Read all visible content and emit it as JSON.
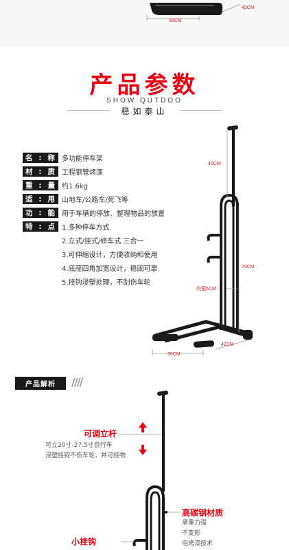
{
  "top_dims": {
    "width": "36CM",
    "depth": "42CM"
  },
  "title": "产品参数",
  "brand_en": "SHOW QUTDOO",
  "slogan": "稳如泰山",
  "specs": [
    {
      "label_a": "名",
      "label_b": "称",
      "value": "多功能停车架"
    },
    {
      "label_a": "材",
      "label_b": "质",
      "value": "工程钢管烤漆"
    },
    {
      "label_a": "重",
      "label_b": "量",
      "value": "约1.6kg"
    },
    {
      "label_a": "适",
      "label_b": "用",
      "value": "山地车/公路车/死飞等"
    },
    {
      "label_a": "功",
      "label_b": "能",
      "value": "用于车辆的停放、整理物品的放置"
    },
    {
      "label_a": "特",
      "label_b": "点",
      "value": "1.多种停车方式"
    }
  ],
  "features": [
    "2.立式/挂式/修车式 三合一",
    "3.可伸缩设计，方便收纳和使用",
    "4.底座四角加宽设计，稳固可靠",
    "5.挂钩浸塑处理，不刮伤车轮"
  ],
  "dims": {
    "top": "40CM",
    "height": "76CM",
    "inner": "内宽6CM",
    "width": "36CM",
    "depth": "42CM"
  },
  "analysis": {
    "section_title": "产品解析",
    "slashes": "////",
    "pole_title": "可调立杆",
    "pole_desc": [
      "可立20寸-27.5寸自行车",
      "浸塑挂钩不伤车轮，并可挂物"
    ],
    "steel_title": "高碳钢材质",
    "steel_desc": [
      "承重力强",
      "不变形",
      "电烤漆技术"
    ],
    "hook_title": "小挂钩"
  },
  "colors": {
    "accent": "#e60012",
    "dark": "#1a1a1a"
  }
}
